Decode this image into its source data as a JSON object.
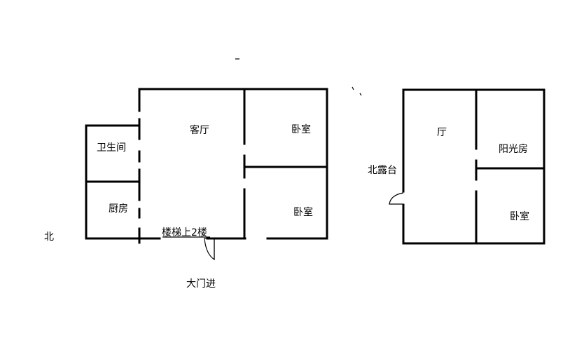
{
  "compass": {
    "north_label": "北"
  },
  "floor1": {
    "rooms": {
      "bathroom": "卫生间",
      "living_room": "客厅",
      "bedroom_top": "卧室",
      "kitchen": "厨房",
      "bedroom_bottom": "卧室"
    },
    "stairs_label": "楼梯上2楼",
    "entrance_label": "大门进"
  },
  "floor2": {
    "rooms": {
      "hall": "厅",
      "sunroom": "阳光房",
      "bedroom": "卧室"
    },
    "terrace_label": "北露台"
  }
}
